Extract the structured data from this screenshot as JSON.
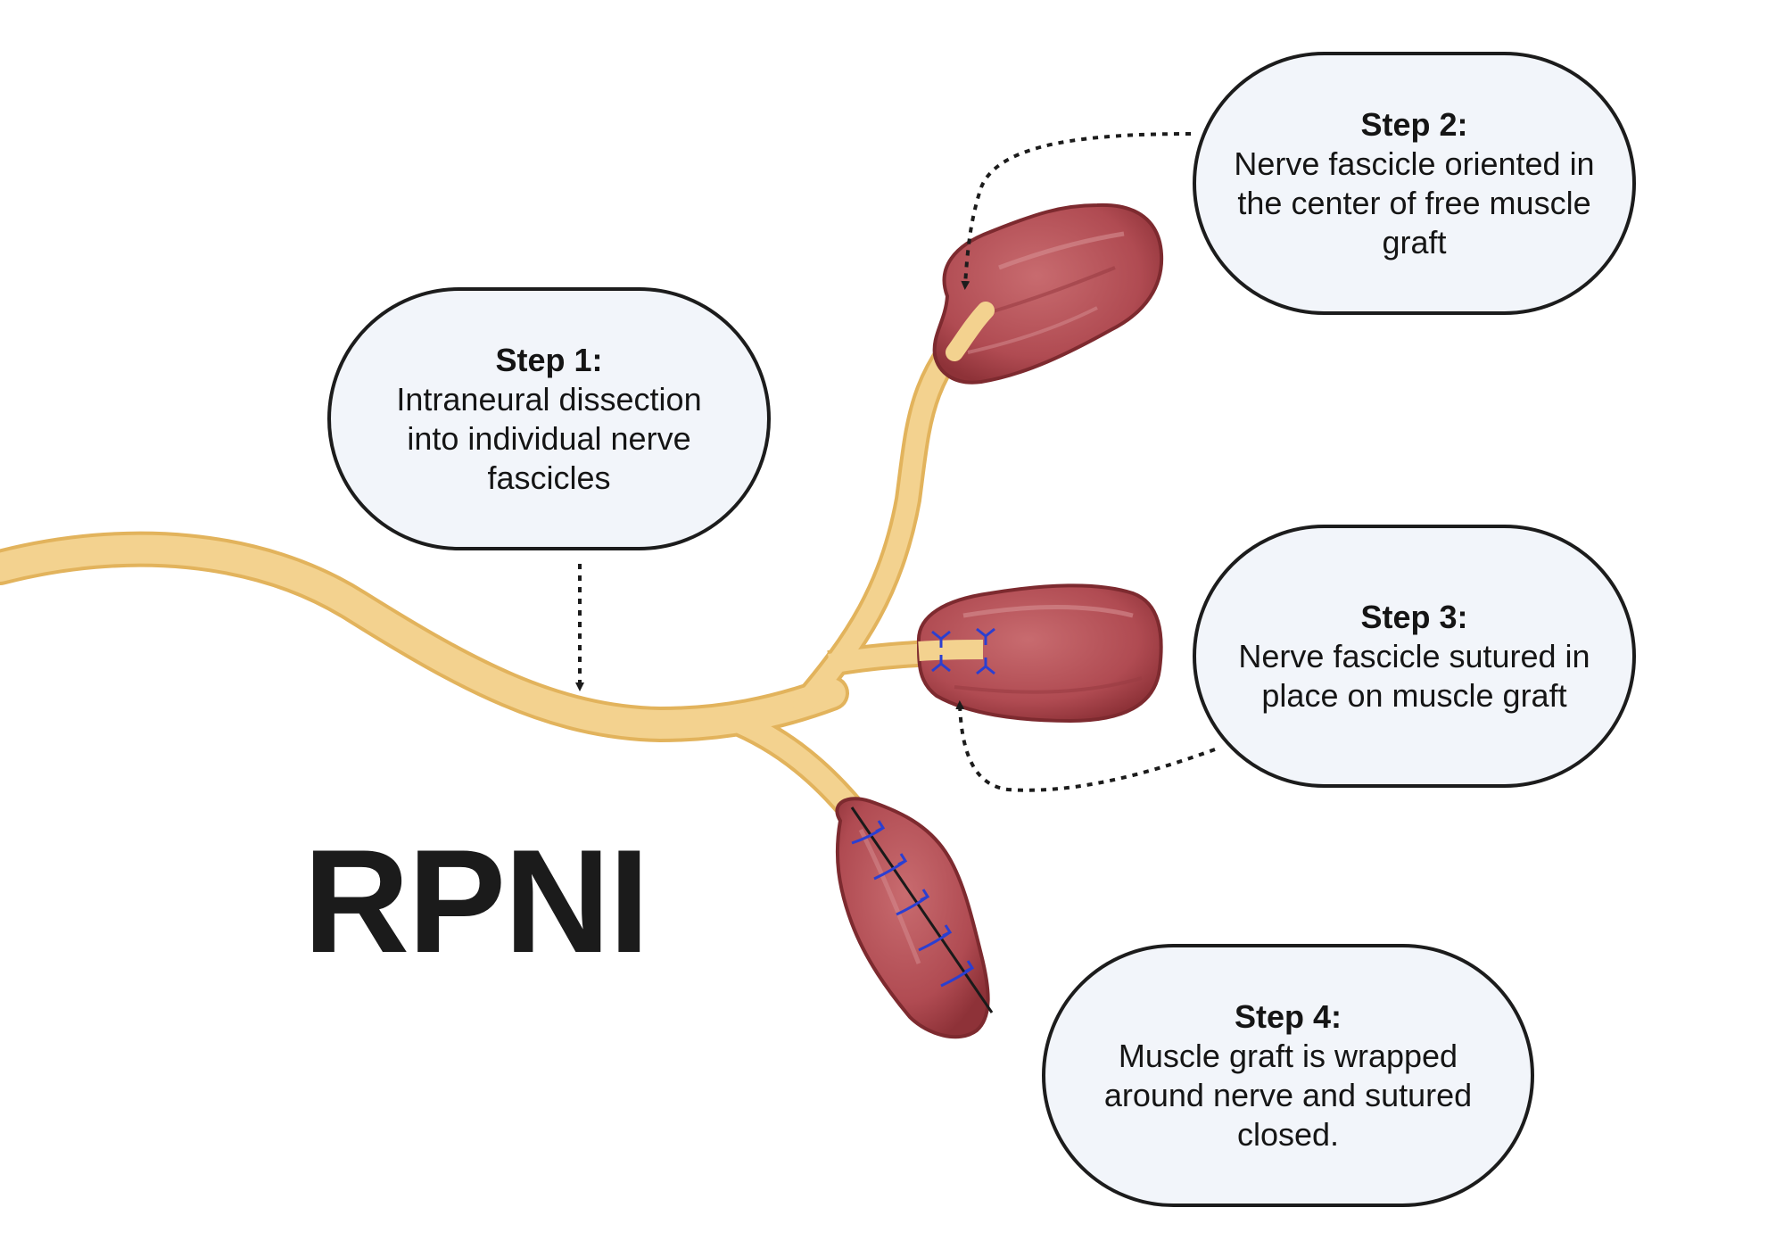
{
  "title": "RPNI",
  "steps": [
    {
      "title": "Step 1:",
      "lines": [
        "Intraneural dissection",
        "into individual nerve",
        "fascicles"
      ]
    },
    {
      "title": "Step 2:",
      "lines": [
        "Nerve fascicle oriented in",
        "the center of free muscle",
        "graft"
      ]
    },
    {
      "title": "Step 3:",
      "lines": [
        "Nerve fascicle sutured in",
        "place on muscle graft"
      ]
    },
    {
      "title": "Step 4:",
      "lines": [
        "Muscle graft is wrapped",
        "around nerve and sutured",
        "closed."
      ]
    }
  ],
  "colors": {
    "nerve_fill": "#f3d28f",
    "nerve_outline": "#e2b35c",
    "muscle_fill": "#b9555a",
    "muscle_outline": "#7d2a2f",
    "suture": "#2b3fd1",
    "box_fill": "#f2f5fa",
    "box_border": "#1c1c1c"
  }
}
